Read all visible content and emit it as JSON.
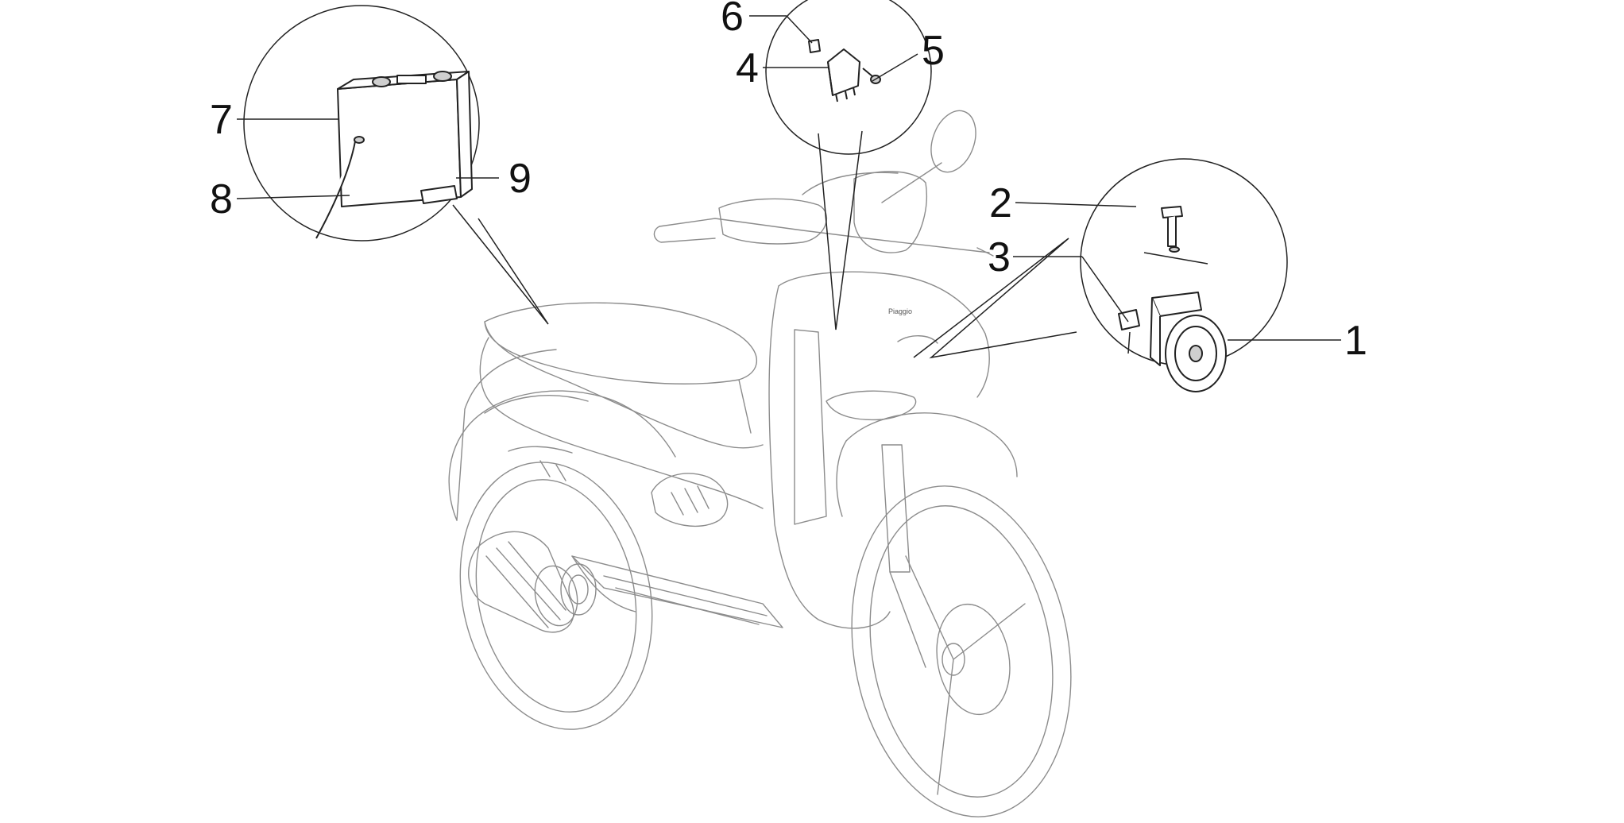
{
  "diagram": {
    "callouts": [
      {
        "id": "1",
        "label": "1"
      },
      {
        "id": "2",
        "label": "2"
      },
      {
        "id": "3",
        "label": "3"
      },
      {
        "id": "4",
        "label": "4"
      },
      {
        "id": "5",
        "label": "5"
      },
      {
        "id": "6",
        "label": "6"
      },
      {
        "id": "7",
        "label": "7"
      },
      {
        "id": "8",
        "label": "8"
      },
      {
        "id": "9",
        "label": "9"
      }
    ],
    "shield_badge_text": "Piaggio"
  }
}
